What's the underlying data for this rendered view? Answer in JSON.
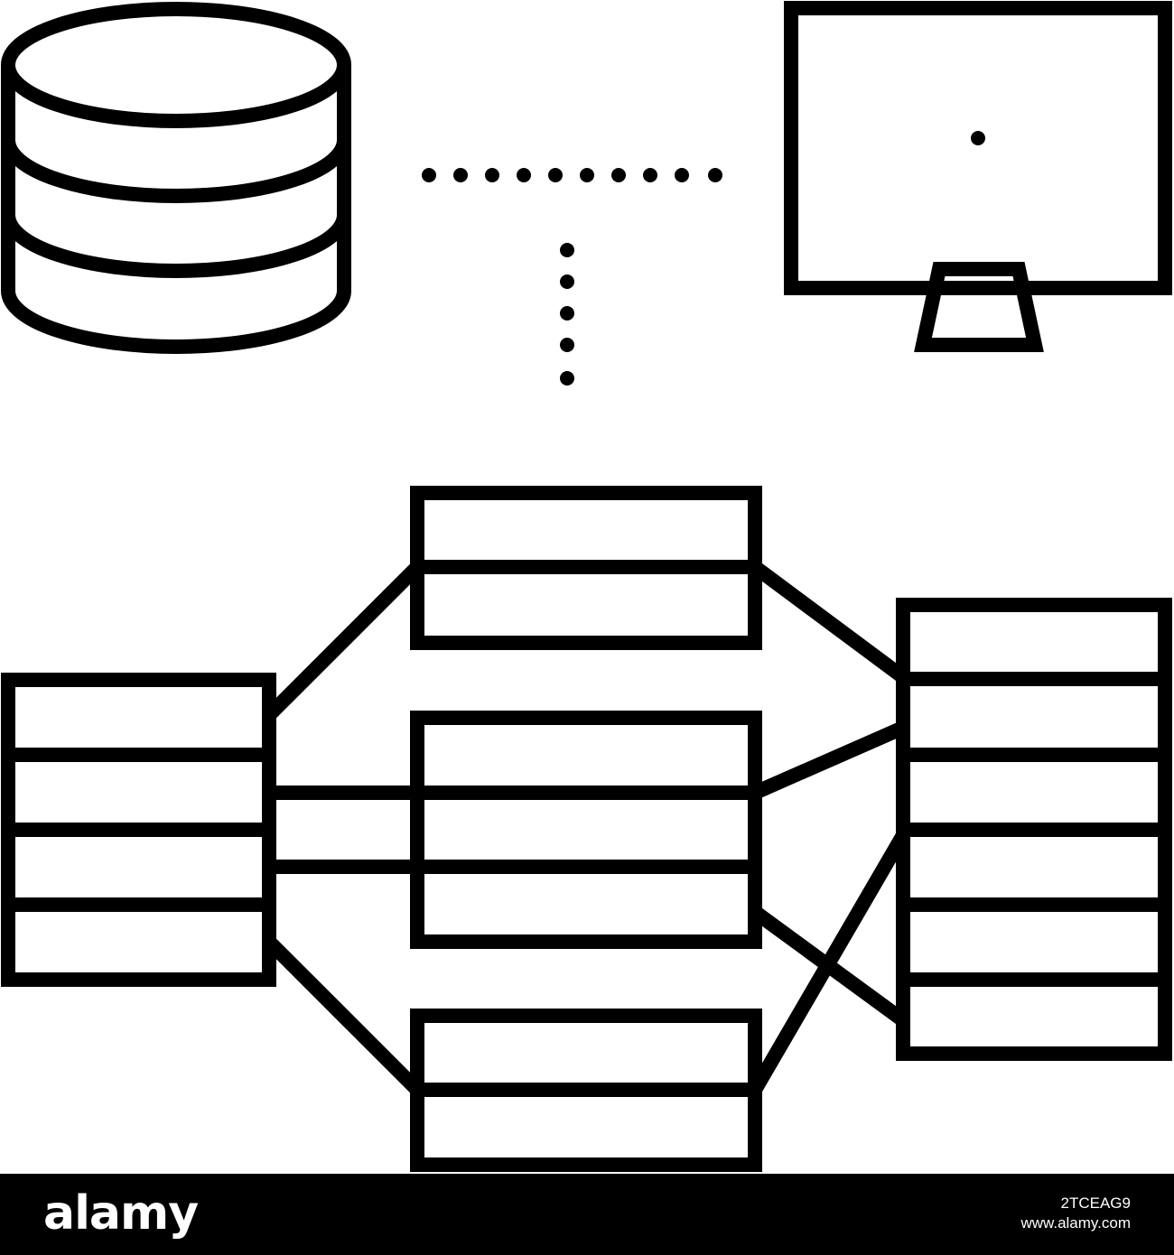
{
  "colors": {
    "stroke": "#000000",
    "background": "#ffffff",
    "footer": "#000000",
    "footer_text": "#ffffff"
  },
  "icons": [
    "database-icon",
    "monitor-icon",
    "dotted-connector",
    "schema-table"
  ],
  "footer": {
    "logo": "alamy",
    "image_id": "2TCEAG9",
    "site": "www.alamy.com"
  }
}
